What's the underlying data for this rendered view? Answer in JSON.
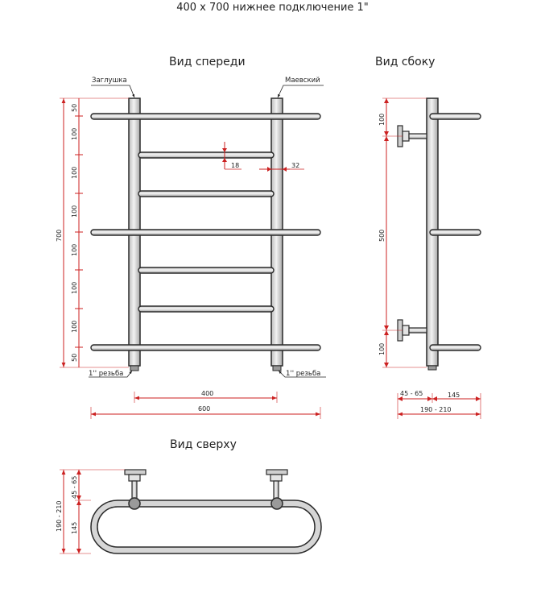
{
  "title": "400 x 700 нижнее подключение 1\"",
  "views": {
    "front": "Вид спереди",
    "side": "Вид сбоку",
    "top": "Вид сверху"
  },
  "callouts": {
    "plug": "Заглушка",
    "mayevsky": "Маевский",
    "thread_left": "1'' резьба",
    "thread_right": "1'' резьба"
  },
  "front_dims": {
    "height_total": "700",
    "segments": [
      "50",
      "100",
      "100",
      "100",
      "100",
      "100",
      "100",
      "50"
    ],
    "bar_gap": "18",
    "pipe_diam": "32",
    "center_distance": "400",
    "width_total": "600"
  },
  "side_dims": {
    "top": "100",
    "middle": "500",
    "bottom": "100",
    "wall_offset": "45 - 65",
    "depth": "145",
    "depth_total": "190 - 210"
  },
  "top_dims": {
    "depth_total": "190 - 210",
    "wall_offset": "45 - 65",
    "depth": "145"
  },
  "colors": {
    "dimension": "#cc2222",
    "tube_stroke": "#2a2a2a",
    "tube_fill": "#d9d9d9"
  }
}
